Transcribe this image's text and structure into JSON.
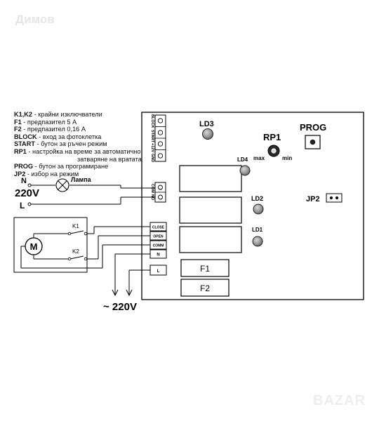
{
  "watermark": "Димов",
  "brand": "BAZAR",
  "legend": [
    {
      "key": "K1,K2",
      "text": " - крайни изключватели",
      "cont": ""
    },
    {
      "key": "F1",
      "text": " - предпазител 5 А",
      "cont": ""
    },
    {
      "key": "F2",
      "text": " - предпазител 0,16 А",
      "cont": ""
    },
    {
      "key": "BLOCK",
      "text": " - вход за фотоклетка",
      "cont": ""
    },
    {
      "key": "START",
      "text": " - бутон за ръчен режим",
      "cont": ""
    },
    {
      "key": "RP1",
      "text": " - настройка на време за автоматично",
      "cont": "затваряне на вратата"
    },
    {
      "key": "PROG",
      "text": " - бутон за програмиране",
      "cont": ""
    },
    {
      "key": "JP2",
      "text": " - избор на режим",
      "cont": ""
    }
  ],
  "board": {
    "ld3": "LD3",
    "ld4": "LD4",
    "ld2": "LD2",
    "ld1": "LD1",
    "rp1": "RP1",
    "rp1_max": "max",
    "rp1_min": "min",
    "prog": "PROG",
    "jp2": "JP2",
    "f1": "F1",
    "f2": "F2",
    "top_terminals": [
      "BLOCK",
      "START",
      "+12V",
      "GND"
    ],
    "lamp_terminals": [
      "COM",
      "NO"
    ],
    "motor_terminals": [
      "CLOSE",
      "OPEN",
      "COMM",
      "N",
      "L"
    ]
  },
  "external": {
    "n": "N",
    "v220": "220V",
    "l": "L",
    "lamp": "Лампа",
    "motor": "M",
    "k1": "K1",
    "k2": "K2",
    "supply": "~ 220V"
  }
}
